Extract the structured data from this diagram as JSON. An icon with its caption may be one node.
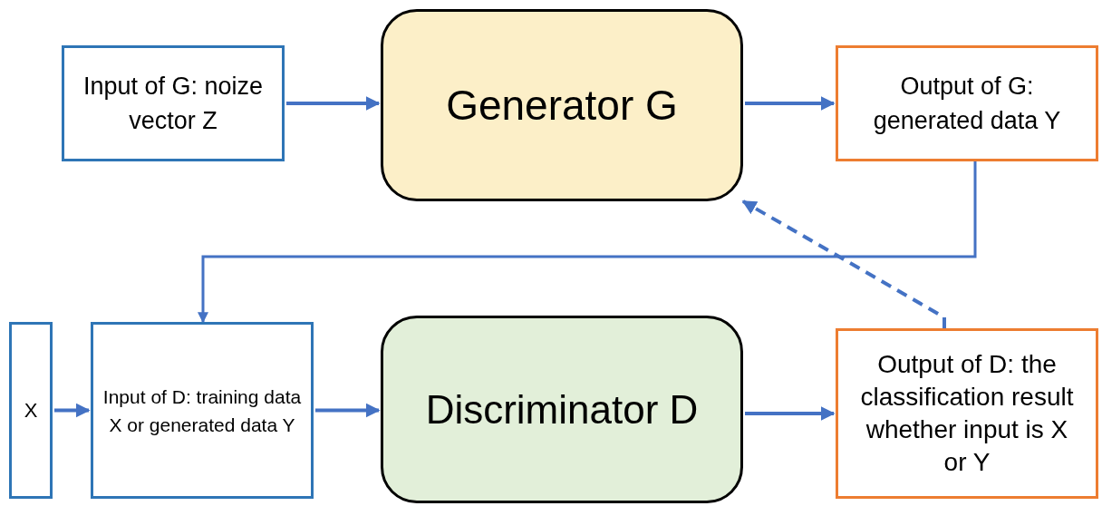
{
  "diagram": {
    "nodes": [
      {
        "text": [
          "Input of G: noize vector Z"
        ]
      },
      {
        "text": [
          "Generator G"
        ]
      },
      {
        "text": [
          "Output of G: generated data Y"
        ]
      },
      {
        "text": [
          "X"
        ]
      },
      {
        "text": [
          "Input of D: training data X or generated data Y"
        ]
      },
      {
        "text": [
          "Discriminator D"
        ]
      },
      {
        "text": [
          "Output of D: the classification result whether input is X or Y"
        ]
      }
    ],
    "edges": [
      {
        "from": 0,
        "to": 1,
        "arrow": "to"
      },
      {
        "from": 1,
        "to": 2,
        "arrow": "to"
      },
      {
        "from": 2,
        "to": 4,
        "arrow": "to"
      },
      {
        "from": 3,
        "to": 4,
        "arrow": "to"
      },
      {
        "from": 4,
        "to": 5,
        "arrow": "to"
      },
      {
        "from": 5,
        "to": 6,
        "arrow": "to"
      },
      {
        "from": 6,
        "to": 1,
        "arrow": "to",
        "style": "dashed"
      }
    ]
  }
}
